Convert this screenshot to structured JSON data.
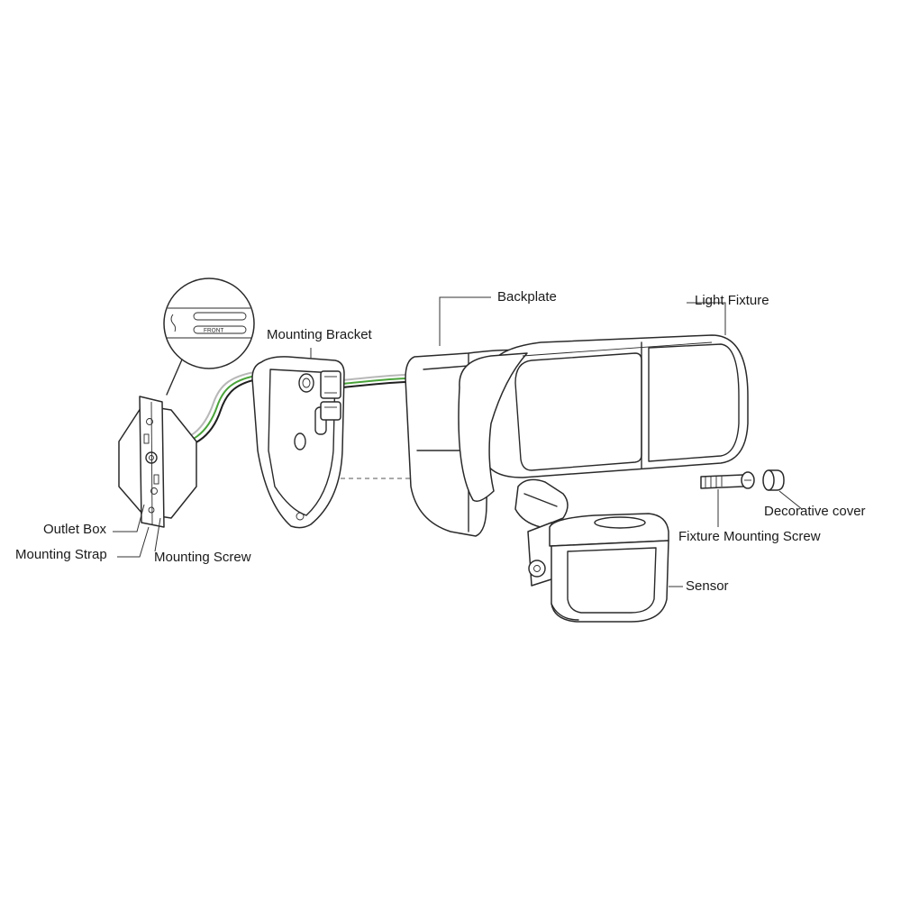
{
  "labels": {
    "backplate": "Backplate",
    "light_fixture": "Light Fixture",
    "mounting_bracket": "Mounting Bracket",
    "outlet_box": "Outlet Box",
    "mounting_strap": "Mounting Strap",
    "mounting_screw": "Mounting Screw",
    "decorative_cover": "Decorative cover",
    "fixture_mounting_screw": "Fixture Mounting Screw",
    "sensor": "Sensor"
  },
  "inset": {
    "front_text": "FRONT"
  },
  "colors": {
    "line": "#2a2a2a",
    "wire_ground": "#4aa33a",
    "wire_hot": "#1f1f1f",
    "wire_neutral": "#b8b8b8",
    "background": "#ffffff"
  }
}
